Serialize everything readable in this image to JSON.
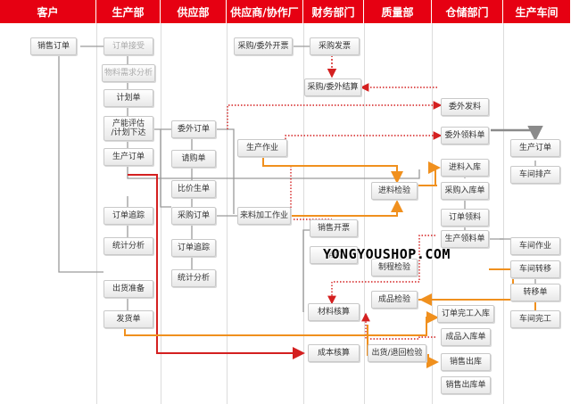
{
  "columns": [
    "客户",
    "生产部",
    "供应部",
    "供应商/协作厂",
    "财务部门",
    "质量部",
    "仓储部门",
    "生产车间"
  ],
  "nodes": {
    "sales_order": "销售订单",
    "order_accept": "订单接受",
    "material_demand": "物料需求分析",
    "plan_order": "计划单",
    "capacity_eval": "产能评估\n/计划下达",
    "production_order": "生产订单",
    "order_tracking": "订单追踪",
    "stat_analysis": "统计分析",
    "shipment_prep": "出货准备",
    "delivery_order": "发货单",
    "outsourcing_order": "委外订单",
    "requisition": "请购单",
    "price_compare": "比价生单",
    "purchase_order": "采购订单",
    "order_follow": "订单追踪",
    "supply_stat": "统计分析",
    "purchase_invoice_make": "采购/委外开票",
    "production_work": "生产作业",
    "incoming_processing": "来料加工作业",
    "purchase_invoice": "采购发票",
    "purchase_settle": "采购/委外结算",
    "sales_invoice": "销售开票",
    "sales_hidden": "销售",
    "material_accounting": "材料核算",
    "cost_accounting": "成本核算",
    "incoming_inspection": "进料检验",
    "process_inspection": "制程检验",
    "finished_inspection": "成品检验",
    "return_inspection": "出货/退回检验",
    "outsourced_issue": "委外发料",
    "outsourced_pick": "委外领料单",
    "stock_in": "进料入库",
    "purchase_stock_in": "采购入库单",
    "order_pick": "订单领料",
    "production_pick": "生产领料单",
    "order_complete_in": "订单完工入库",
    "finished_in": "成品入库单",
    "sales_out": "销售出库",
    "sales_out_order": "销售出库单",
    "ws_production_order": "生产订单",
    "ws_scheduling": "车间排产",
    "ws_work": "车间作业",
    "ws_transfer": "车间转移",
    "ws_transfer_order": "转移单",
    "ws_complete": "车间完工"
  },
  "watermark": "YONGYOUSHOP.COM",
  "colors": {
    "header": "#e60012",
    "flow_red": "#d42020",
    "flow_orange": "#f0901e",
    "flow_gray": "#9a9a9a",
    "flow_dotted_red": "#d42020"
  }
}
